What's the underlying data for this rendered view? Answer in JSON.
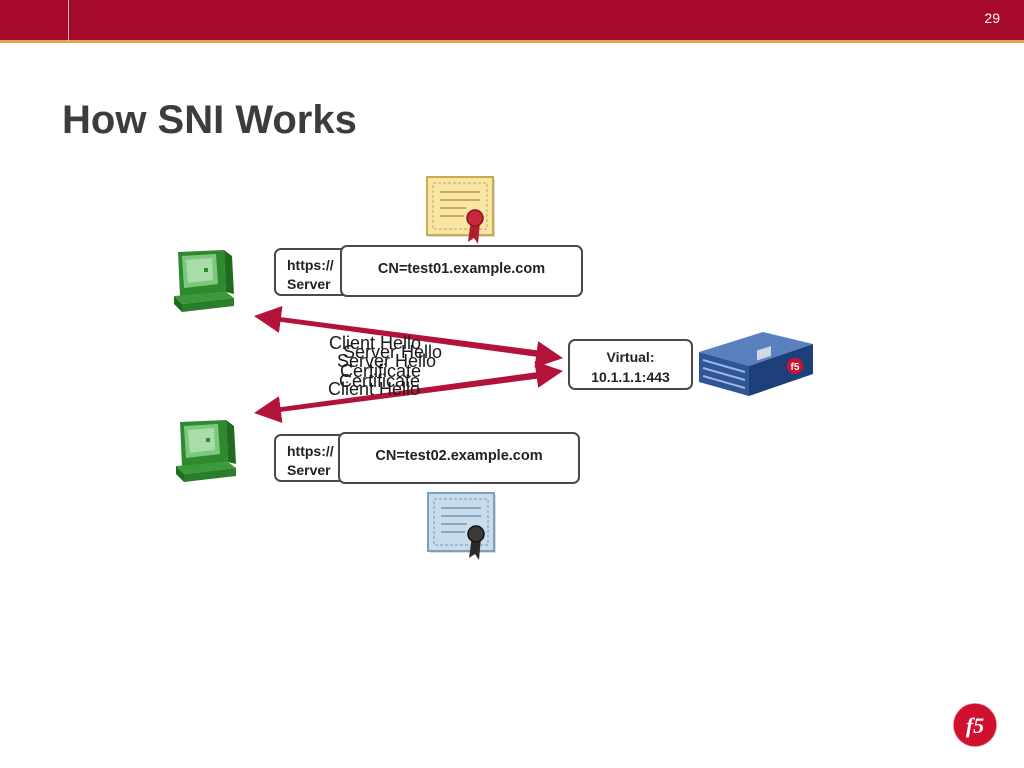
{
  "slide": {
    "number": "29",
    "title": "How SNI Works"
  },
  "clients": {
    "top": {
      "url_line1": "https://",
      "url_line2": "Server"
    },
    "bottom": {
      "url_line1": "https://",
      "url_line2": "Server"
    }
  },
  "certificates": {
    "top_cn": "CN=test01.example.com",
    "bottom_cn": "CN=test02.example.com"
  },
  "virtual_server": {
    "line1": "Virtual:",
    "line2": "10.1.1.1:443"
  },
  "messages": {
    "client_hello": "Client Hello",
    "server_hello": "Server Hello",
    "certificate": "Certificate"
  },
  "colors": {
    "header_red": "#a50a2c",
    "header_accent": "#e3a34a",
    "arrow_red": "#b3123a",
    "server_blue": "#2e5597"
  },
  "icons": [
    "computer-icon",
    "certificate-icon",
    "server-appliance-icon",
    "f5-logo-icon"
  ]
}
